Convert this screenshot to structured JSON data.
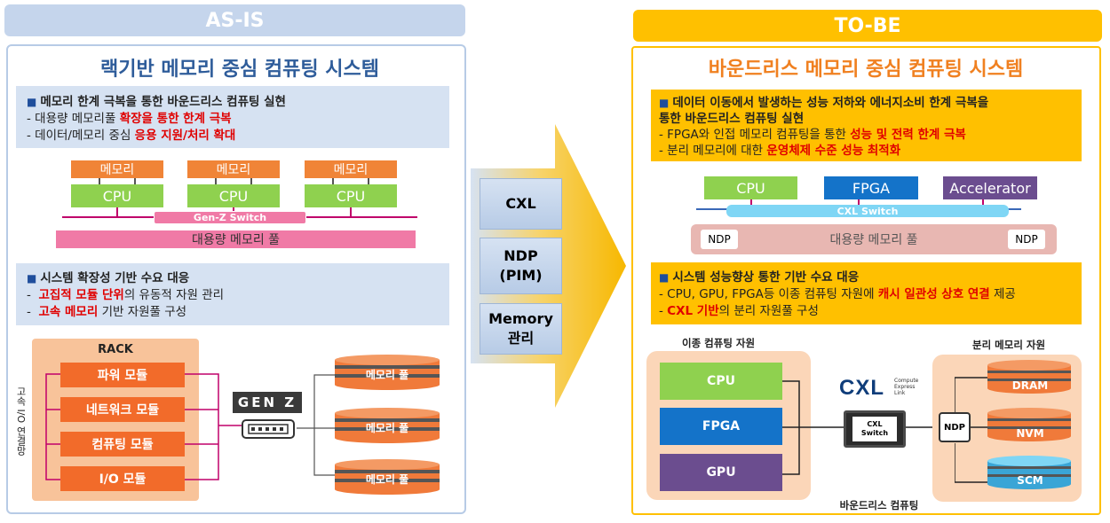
{
  "asis": {
    "header": "AS-IS",
    "title": "랙기반 메모리 중심 컴퓨팅 시스템",
    "box1": {
      "heading": "메모리 한계 극복을 통한 바운드리스 컴퓨팅 실현",
      "line1_pre": "- 대용량 메모리풀 ",
      "line1_red": "확장을 통한 한계 극복",
      "line2_pre": "- 데이터/메모리 중심 ",
      "line2_red": "응용 지원/처리 확대"
    },
    "diagram1": {
      "mem_label": "메모리",
      "cpu_label": "CPU",
      "switch_label": "Gen-Z Switch",
      "pool_label": "대용량 메모리 풀"
    },
    "box2": {
      "heading": "시스템 확장성 기반 수요 대응",
      "line1_red": "고집적 모듈 단위",
      "line1_post": "의 유동적 자원 관리",
      "line2_red": "고속 메모리",
      "line2_post": " 기반 자원풀 구성"
    },
    "rack": {
      "title": "RACK",
      "side_label": "고속 I/O 연결망",
      "modules": [
        "파워 모듈",
        "네트워크 모듈",
        "컴퓨팅 모듈",
        "I/O 모듈"
      ],
      "genz_logo": "GEN Z",
      "pools": [
        "메모리 풀",
        "메모리 풀",
        "메모리 풀"
      ]
    }
  },
  "middle": {
    "items": [
      {
        "label": "CXL"
      },
      {
        "label": "NDP\n(PIM)"
      },
      {
        "label": "Memory\n관리"
      }
    ]
  },
  "tobe": {
    "header": "TO-BE",
    "title": "바운드리스 메모리 중심 컴퓨팅 시스템",
    "box1": {
      "heading1": "데이터 이동에서 발생하는 성능 저하와 에너지소비 한계 극복을",
      "heading2": "통한 바운드리스 컴퓨팅 실현",
      "line1_pre": "- FPGA와 인접 메모리 컴퓨팅을 통한 ",
      "line1_red": "성능 및 전력 한계 극복",
      "line2_pre": "- 분리 메모리에 대한 ",
      "line2_red": "운영체제 수준 성능 최적화"
    },
    "diagram1": {
      "cpu": "CPU",
      "fpga": "FPGA",
      "accelerator": "Accelerator",
      "switch_label": "CXL Switch",
      "pool_label": "대용량 메모리 풀",
      "ndp": "NDP"
    },
    "box2": {
      "heading": "시스템 성능향상 통한 기반 수요 대응",
      "line1_pre": "- CPU, GPU, FPGA등 이종 컴퓨팅 자원에 ",
      "line1_red": "캐시 일관성 상호 연결",
      "line1_post": " 제공",
      "line2_red": "CXL 기반",
      "line2_post": "의 분리 자원풀 구성"
    },
    "bottom": {
      "hetero_label": "이종 컴퓨팅 자원",
      "disagg_label": "분리 메모리 자원",
      "units": [
        "CPU",
        "FPGA",
        "GPU"
      ],
      "cxl_logo": "CXL",
      "cxl_logo_sub": "Compute\nExpress\nLink",
      "cxl_chip": "CXL\nSwitch",
      "ndp_chip": "NDP",
      "memories": [
        "DRAM",
        "NVM",
        "SCM"
      ],
      "footer": "바운드리스 컴퓨팅"
    }
  },
  "colors": {
    "asis_header": "#c5d5ec",
    "tobe_header": "#ffc000",
    "memory_orange": "#f08437",
    "cpu_green": "#8fd14f",
    "switch_pink": "#f07aa6",
    "fpga_blue": "#1473c9",
    "accel_purple": "#6b4d8f",
    "highlight_red": "#e00000"
  }
}
